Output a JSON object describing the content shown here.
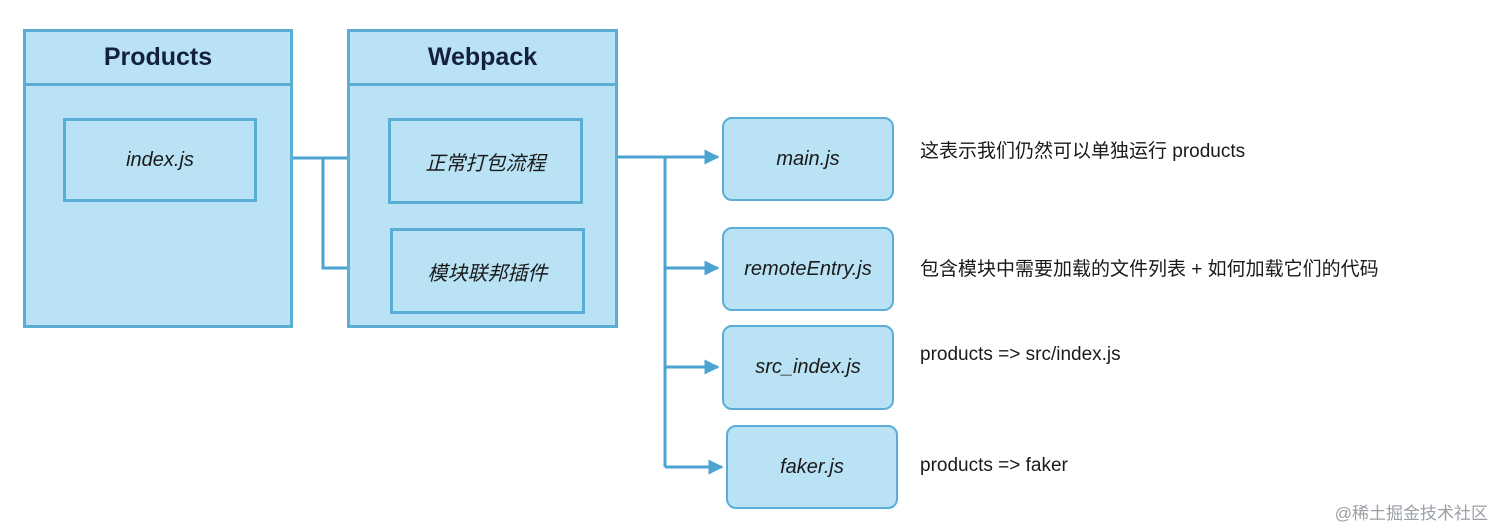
{
  "groups": {
    "products": {
      "title": "Products",
      "file": "index.js"
    },
    "webpack": {
      "title": "Webpack",
      "steps": [
        "正常打包流程",
        "模块联邦插件"
      ]
    }
  },
  "outputs": [
    {
      "file": "main.js",
      "note": "这表示我们仍然可以单独运行 products"
    },
    {
      "file": "remoteEntry.js",
      "note": "包含模块中需要加载的文件列表 + 如何加载它们的代码"
    },
    {
      "file": "src_index.js",
      "note": "products => src/index.js"
    },
    {
      "file": "faker.js",
      "note": "products => faker"
    }
  ],
  "watermark": "@稀土掘金技术社区",
  "colors": {
    "box_fill": "#b9e2f4",
    "box_border": "#5aaed6",
    "arrow": "#4aa3d1",
    "title_text": "#14213d"
  }
}
